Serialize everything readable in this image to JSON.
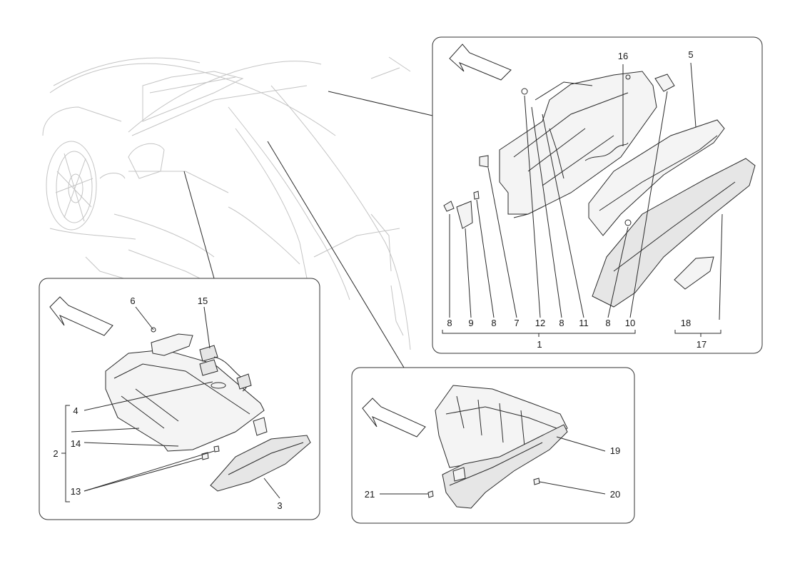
{
  "callouts": {
    "top_right": {
      "bottom_row": [
        "8",
        "9",
        "8",
        "7",
        "12",
        "8",
        "11",
        "8",
        "10"
      ],
      "top": [
        "16",
        "5"
      ],
      "group_total": "1",
      "right_group": [
        "18"
      ],
      "right_total": "17"
    },
    "bottom_left": {
      "top": [
        "6",
        "15"
      ],
      "left": [
        "4",
        "14",
        "13"
      ],
      "bracket": "2",
      "bottom": "3"
    },
    "bottom_right": {
      "right": [
        "19",
        "20"
      ],
      "left": "21"
    }
  }
}
